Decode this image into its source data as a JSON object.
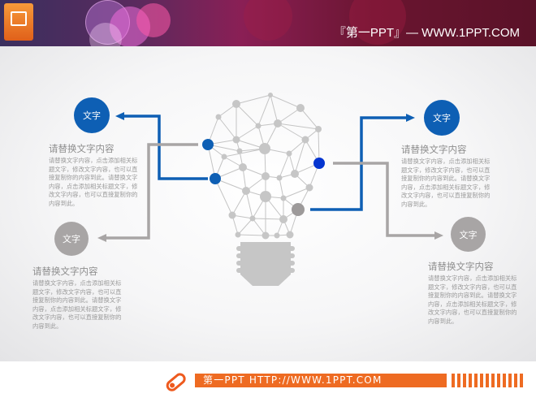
{
  "header": {
    "site_title": "『第一PPT』— WWW.1PPT.COM",
    "logo_icon": "powerpoint-icon"
  },
  "colors": {
    "blue": "#0e5fb4",
    "grey": "#a8a5a5",
    "accent": "#ee6b22"
  },
  "items": [
    {
      "circle_label": "文字",
      "heading": "请替换文字内容",
      "body": "请替换文字内容，点击添加相关标题文字，修改文字内容，也可以直接复制你的内容到此。请替换文字内容，点击添加相关标题文字，修改文字内容，也可以直接复制你的内容到此。"
    },
    {
      "circle_label": "文字",
      "heading": "请替换文字内容",
      "body": "请替换文字内容，点击添加相关标题文字，修改文字内容，也可以直接复制你的内容到此。请替换文字内容，点击添加相关标题文字，修改文字内容，也可以直接复制你的内容到此。"
    },
    {
      "circle_label": "文字",
      "heading": "请替换文字内容",
      "body": "请替换文字内容，点击添加相关标题文字，修改文字内容，也可以直接复制你的内容到此。请替换文字内容，点击添加相关标题文字，修改文字内容，也可以直接复制你的内容到此。"
    },
    {
      "circle_label": "文字",
      "heading": "请替换文字内容",
      "body": "请替换文字内容，点击添加相关标题文字，修改文字内容，也可以直接复制你的内容到此。请替换文字内容，点击添加相关标题文字，修改文字内容，也可以直接复制你的内容到此。"
    }
  ],
  "footer": {
    "text": "第一PPT HTTP://WWW.1PPT.COM",
    "icon": "link-icon"
  }
}
